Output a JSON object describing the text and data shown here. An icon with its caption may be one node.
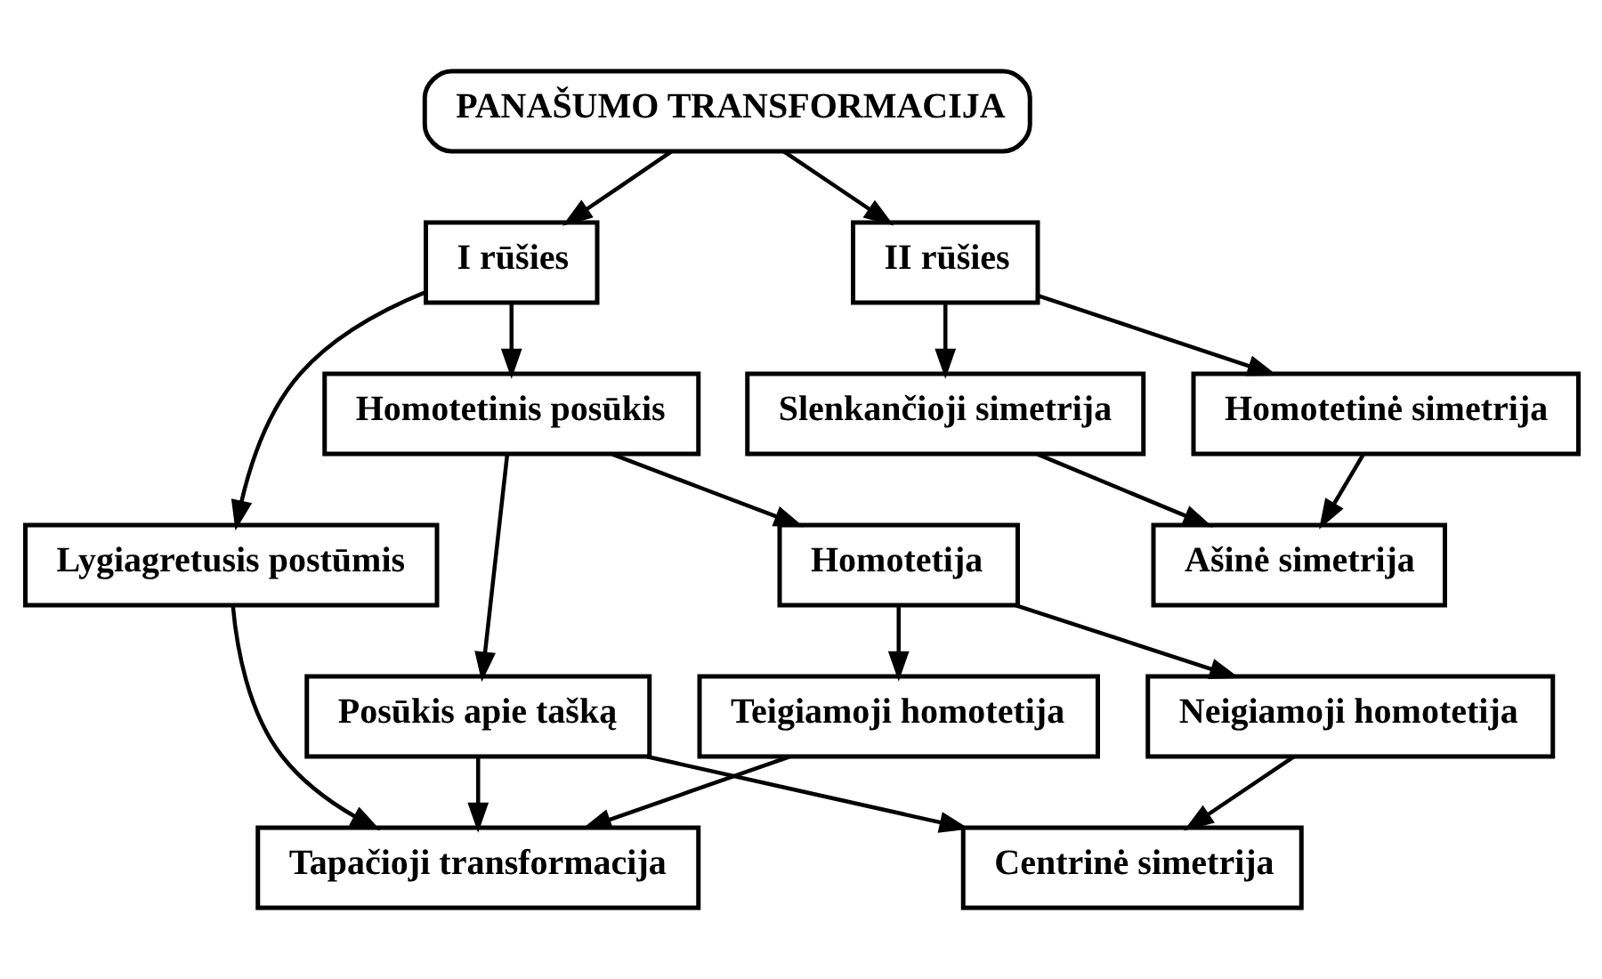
{
  "diagram": {
    "nodes": [
      {
        "text": [
          "PANAŠUMO TRANSFORMACIJA"
        ]
      },
      {
        "text": [
          "I rūšies"
        ]
      },
      {
        "text": [
          "II rūšies"
        ]
      },
      {
        "text": [
          "Lygiagretusis postūmis"
        ]
      },
      {
        "text": [
          "Homotetinis posūkis"
        ]
      },
      {
        "text": [
          "Slenkančioji simetrija"
        ]
      },
      {
        "text": [
          "Homotetinė simetrija"
        ]
      },
      {
        "text": [
          "Posūkis apie tašką"
        ]
      },
      {
        "text": [
          "Homotetija"
        ]
      },
      {
        "text": [
          "Ašinė simetrija"
        ]
      },
      {
        "text": [
          "Teigiamoji homotetija"
        ]
      },
      {
        "text": [
          "Neigiamoji homotetija"
        ]
      },
      {
        "text": [
          "Tapačioji transformacija"
        ]
      },
      {
        "text": [
          "Centrinė simetrija"
        ]
      }
    ],
    "edges": [
      {
        "from": 0,
        "to": 1,
        "arrow": "to"
      },
      {
        "from": 0,
        "to": 2,
        "arrow": "to"
      },
      {
        "from": 1,
        "to": 3,
        "arrow": "to"
      },
      {
        "from": 1,
        "to": 4,
        "arrow": "to"
      },
      {
        "from": 2,
        "to": 5,
        "arrow": "to"
      },
      {
        "from": 2,
        "to": 6,
        "arrow": "to"
      },
      {
        "from": 4,
        "to": 7,
        "arrow": "to"
      },
      {
        "from": 4,
        "to": 8,
        "arrow": "to"
      },
      {
        "from": 5,
        "to": 9,
        "arrow": "to"
      },
      {
        "from": 6,
        "to": 9,
        "arrow": "to"
      },
      {
        "from": 8,
        "to": 10,
        "arrow": "to"
      },
      {
        "from": 8,
        "to": 11,
        "arrow": "to"
      },
      {
        "from": 3,
        "to": 12,
        "arrow": "to"
      },
      {
        "from": 7,
        "to": 12,
        "arrow": "to"
      },
      {
        "from": 7,
        "to": 13,
        "arrow": "to"
      },
      {
        "from": 10,
        "to": 12,
        "arrow": "to"
      },
      {
        "from": 11,
        "to": 13,
        "arrow": "to"
      }
    ]
  }
}
